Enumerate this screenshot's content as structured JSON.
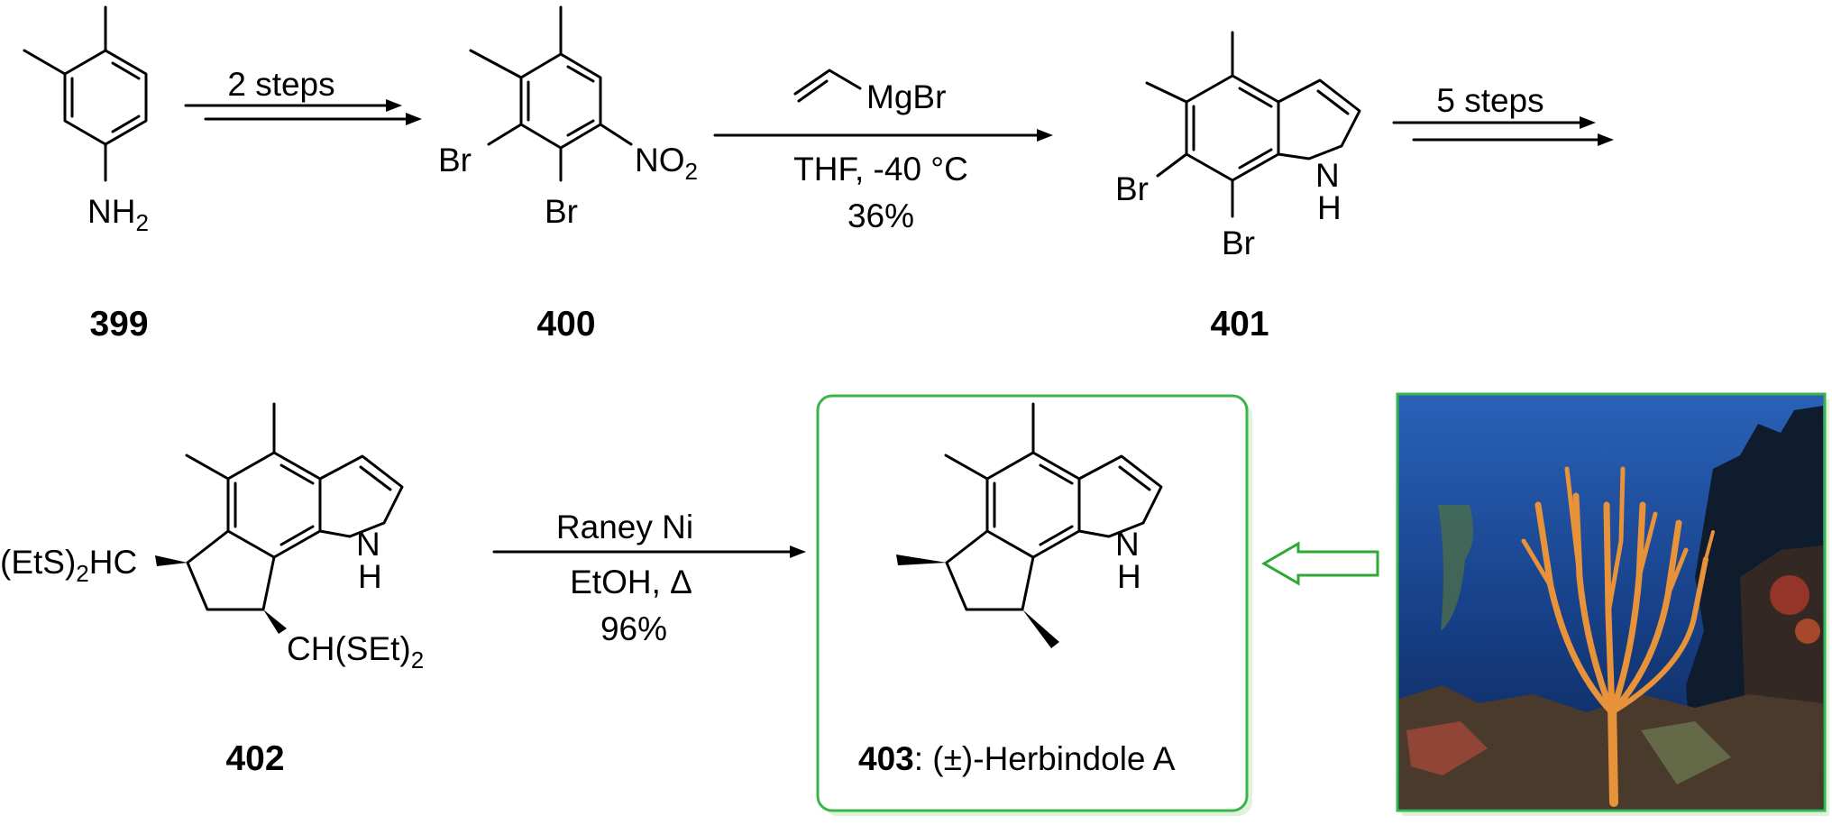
{
  "compounds": {
    "c399": {
      "number": "399",
      "nh2": "NH",
      "nh2_sub": "2"
    },
    "c400": {
      "number": "400",
      "br": "Br",
      "no2": "NO",
      "no2_sub": "2"
    },
    "c401": {
      "number": "401",
      "br": "Br",
      "nh_n": "N",
      "nh_h": "H"
    },
    "c402": {
      "number": "402",
      "left_group_a": "(EtS)",
      "left_group_sub": "2",
      "left_group_b": "HC",
      "right_group_a": "CH(SEt)",
      "right_group_sub": "2",
      "nh_n": "N",
      "nh_h": "H"
    },
    "c403": {
      "number": "403",
      "name": ": (±)-Herbindole A",
      "nh_n": "N",
      "nh_h": "H"
    }
  },
  "arrows": {
    "a1": {
      "above": "2 steps"
    },
    "a2": {
      "reagent": "MgBr",
      "line2": "THF, -40 °C",
      "line3": "36%"
    },
    "a3": {
      "above": "5 steps"
    },
    "a4": {
      "above": "Raney Ni",
      "line2": "EtOH, Δ",
      "line3": "96%"
    }
  },
  "colors": {
    "frame_green": "#39b54a",
    "arrow_green": "#2ea836",
    "sea_blue": "#1a4f9e",
    "coral_orange": "#e8923a"
  }
}
